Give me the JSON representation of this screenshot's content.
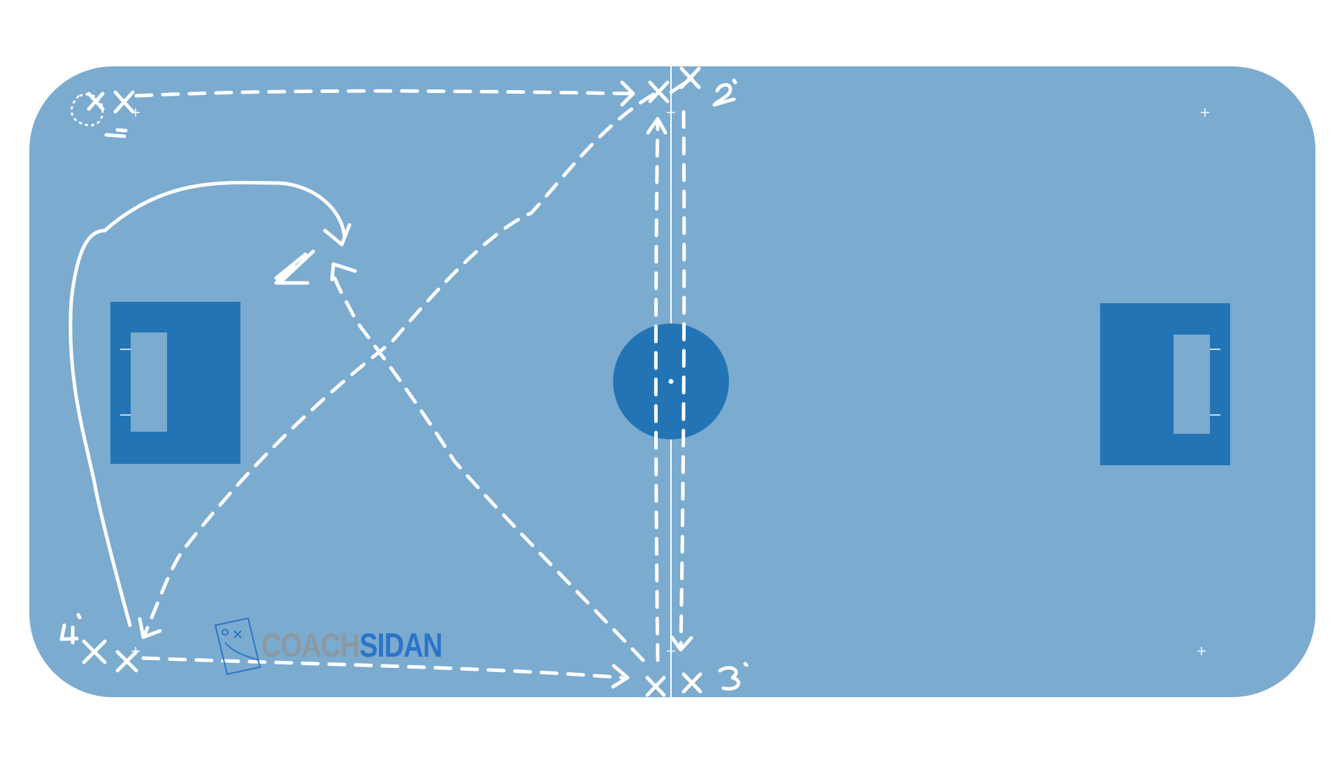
{
  "diagram": {
    "title": "",
    "colors": {
      "page": "#ffffff",
      "pitch": "#7cabd0",
      "penalty_area": "#2374b4",
      "goal_area": "#7cabd0",
      "center_circle": "#2374b4",
      "lines": "#ffffff",
      "chalk": "#ffffff"
    },
    "players": [
      {
        "marker": "x",
        "label": "1"
      },
      {
        "marker": "x",
        "label": "2"
      },
      {
        "marker": "x",
        "label": "3"
      },
      {
        "marker": "x",
        "label": "4"
      }
    ],
    "ball_pile": {
      "marker": "dotted-circle",
      "near_player": "1"
    },
    "moves": [
      {
        "from": "1",
        "to": "2",
        "style": "dashed",
        "kind": "pass"
      },
      {
        "from": "2",
        "to": "4",
        "style": "dashed",
        "kind": "pass"
      },
      {
        "from": "2",
        "to": "3",
        "style": "dashed",
        "kind": "pass"
      },
      {
        "from": "4",
        "to": "3",
        "style": "dashed",
        "kind": "pass"
      },
      {
        "from": "3",
        "to": "2",
        "style": "dashed",
        "kind": "pass"
      },
      {
        "from": "3",
        "to": "penalty-area",
        "style": "dashed",
        "kind": "pass"
      },
      {
        "from": "4",
        "to": "penalty-area",
        "style": "solid",
        "kind": "run"
      },
      {
        "from": "penalty-area",
        "to": "goal",
        "style": "solid",
        "kind": "shot"
      }
    ],
    "logo": {
      "text_a": "COACH",
      "text_b": "SIDAN",
      "icon": "tactics-board-icon"
    }
  }
}
